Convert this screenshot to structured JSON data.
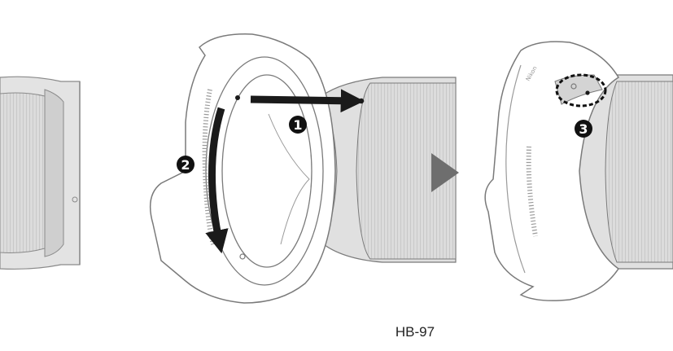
{
  "caption": "HB-97",
  "steps": [
    {
      "number": "1"
    },
    {
      "number": "2"
    },
    {
      "number": "3"
    }
  ],
  "brand_mark": "Nikon",
  "colors": {
    "outline": "#7a7a7a",
    "lens_fill": "#d9d9d9",
    "lens_dark": "#bdbdbd",
    "arrow": "#1a1a1a",
    "next_arrow": "#6e6e6e",
    "badge": "#111111"
  }
}
